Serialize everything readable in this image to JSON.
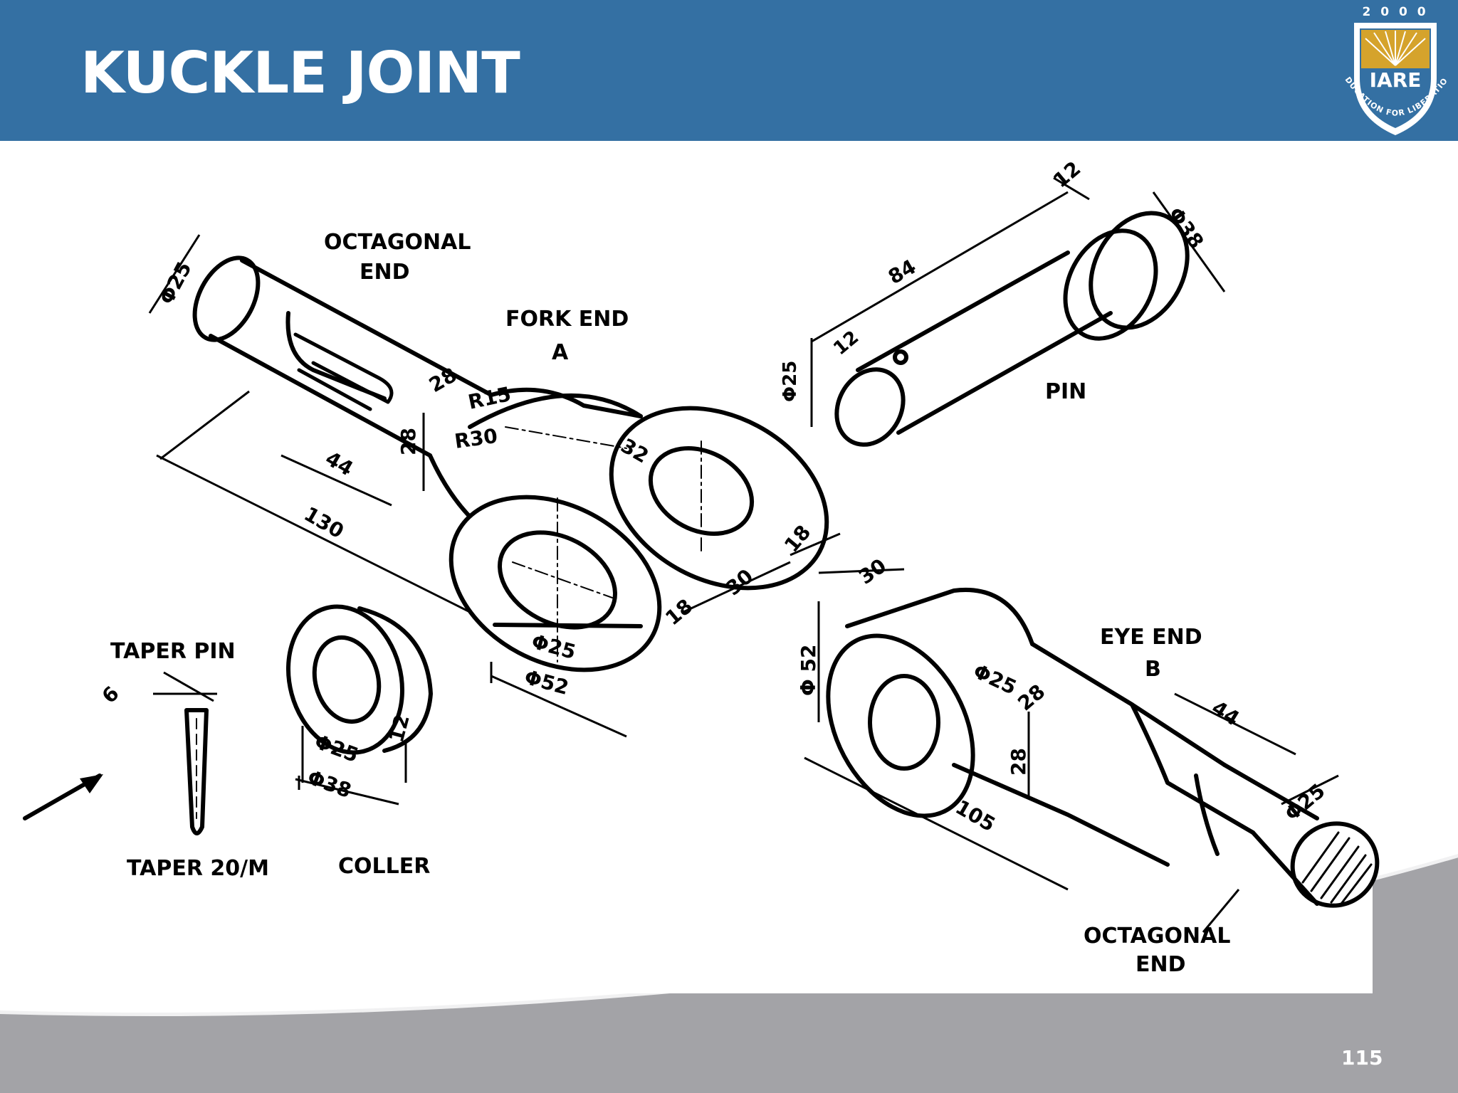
{
  "slide": {
    "title": "KUCKLE JOINT",
    "page_number": "115",
    "colors": {
      "header": "#3470a3",
      "footer_wave": "#a3a3a7",
      "shield_gold": "#d5a32c"
    }
  },
  "logo": {
    "year": "2 0 0 0",
    "name": "IARE",
    "motto": "EDUCATION FOR LIBERATION"
  },
  "diagram": {
    "parts": {
      "octagonal_end_top": [
        "OCTAGONAL",
        "END"
      ],
      "fork_end": [
        "FORK END",
        "A"
      ],
      "pin": "PIN",
      "eye_end": [
        "EYE END",
        "B"
      ],
      "taper_pin": "TAPER PIN",
      "taper_note": "TAPER 20/M",
      "collar": "COLLER",
      "octagonal_end_bottom": [
        "OCTAGONAL",
        "END"
      ]
    },
    "dimensions": {
      "fork_rod_dia": "Φ25",
      "fork_28_top": "28",
      "fork_r15": "R15",
      "fork_r30": "R30",
      "fork_28_side": "28",
      "fork_44": "44",
      "fork_32": "32",
      "fork_130": "130",
      "fork_18_a": "18",
      "fork_30": "30",
      "fork_18_b": "18",
      "fork_eye_dia": "Φ25",
      "fork_eye_outer": "Φ52",
      "pin_12_top": "12",
      "pin_head_dia": "Φ38",
      "pin_84": "84",
      "pin_12_side": "12",
      "pin_dia": "Φ25",
      "eye_30": "30",
      "eye_52": "Φ 52",
      "eye_hole": "Φ25",
      "eye_28_top": "28",
      "eye_44": "44",
      "eye_28_side": "28",
      "eye_rod_dia": "Φ25",
      "eye_105": "105",
      "taper_6": "6",
      "collar_dia": "Φ25",
      "collar_12": "12",
      "collar_outer": "Φ38"
    }
  }
}
